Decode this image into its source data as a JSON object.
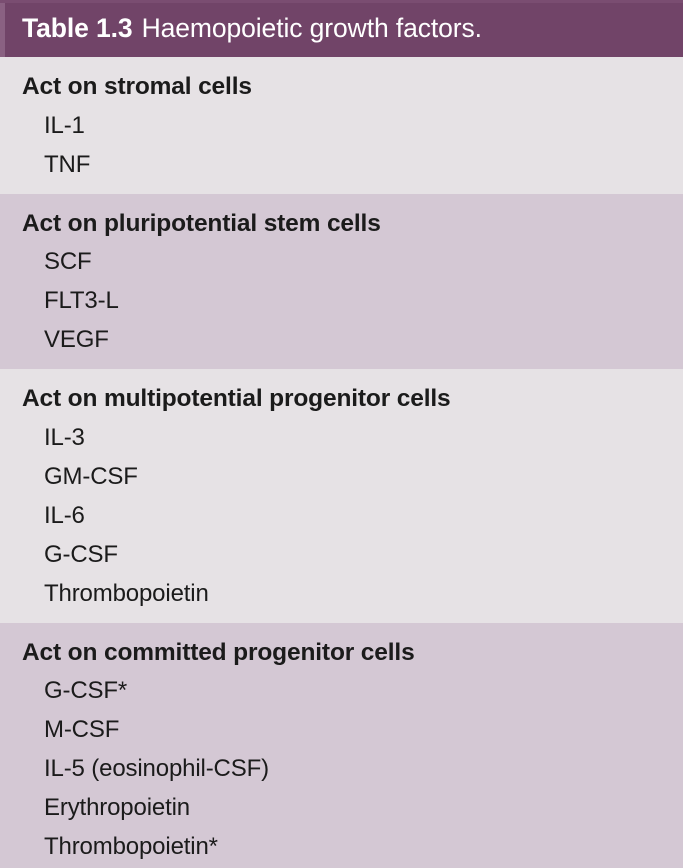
{
  "figure": {
    "kind": "book-table",
    "header": {
      "label": "Table 1.3",
      "title": "Haemopoietic growth factors."
    },
    "colors": {
      "header_background": "#714468",
      "header_accent_strip": "#8a6182",
      "header_text": "#ffffff",
      "section_light": "#e6e2e5",
      "section_dark": "#d4c8d4",
      "body_text": "#1b1b1b"
    },
    "sections": [
      {
        "heading": "Act on stromal cells",
        "shade": "light",
        "items": [
          "IL-1",
          "TNF"
        ]
      },
      {
        "heading": "Act on pluripotential stem cells",
        "shade": "dark",
        "items": [
          "SCF",
          "FLT3-L",
          "VEGF"
        ]
      },
      {
        "heading": "Act on multipotential progenitor cells",
        "shade": "light",
        "items": [
          "IL-3",
          "GM-CSF",
          "IL-6",
          "G-CSF",
          "Thrombopoietin"
        ]
      },
      {
        "heading": "Act on committed progenitor cells",
        "shade": "dark",
        "items": [
          "G-CSF*",
          "M-CSF",
          "IL-5 (eosinophil-CSF)",
          "Erythropoietin",
          "Thrombopoietin*"
        ]
      }
    ]
  }
}
